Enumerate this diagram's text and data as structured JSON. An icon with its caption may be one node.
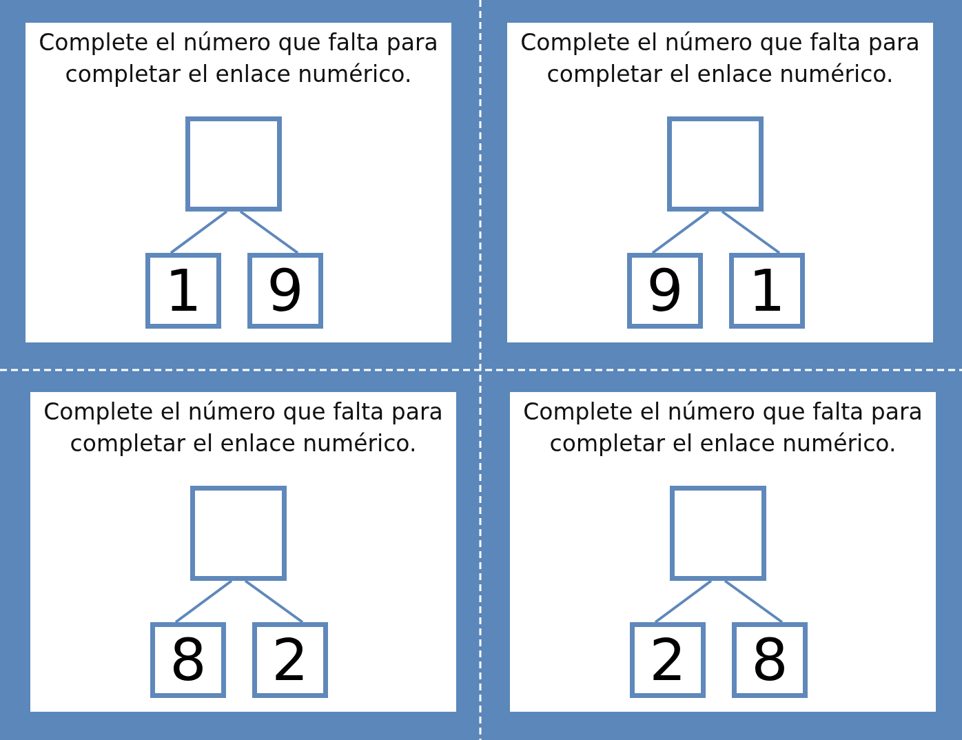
{
  "diagram": {
    "nodes": [
      {
        "text": [
          "Complete el número que falta para completar el enlace numérico."
        ]
      },
      {
        "text": [],
        "shape": "box",
        "in": 0
      },
      {
        "text": [
          "1"
        ],
        "in": 0
      },
      {
        "text": [
          "9"
        ],
        "in": 0
      },
      {
        "text": [
          "Complete el número que falta para completar el enlace numérico."
        ]
      },
      {
        "text": [],
        "shape": "box",
        "in": 4
      },
      {
        "text": [
          "9"
        ],
        "in": 4
      },
      {
        "text": [
          "1"
        ],
        "in": 4
      },
      {
        "text": [
          "Complete el número que falta para completar el enlace numérico."
        ]
      },
      {
        "text": [],
        "shape": "box",
        "in": 8
      },
      {
        "text": [
          "8"
        ],
        "in": 8
      },
      {
        "text": [
          "2"
        ],
        "in": 8
      },
      {
        "text": [
          "Complete el número que falta para completar el enlace numérico."
        ]
      },
      {
        "text": [],
        "shape": "box",
        "in": 12
      },
      {
        "text": [
          "2"
        ],
        "in": 12
      },
      {
        "text": [
          "8"
        ],
        "in": 12
      }
    ],
    "edges": [
      {
        "from": 1,
        "to": 2,
        "arrow": "none"
      },
      {
        "from": 1,
        "to": 3,
        "arrow": "none"
      },
      {
        "from": 5,
        "to": 6,
        "arrow": "none"
      },
      {
        "from": 5,
        "to": 7,
        "arrow": "none"
      },
      {
        "from": 9,
        "to": 10,
        "arrow": "none"
      },
      {
        "from": 9,
        "to": 11,
        "arrow": "none"
      },
      {
        "from": 13,
        "to": 14,
        "arrow": "none"
      },
      {
        "from": 13,
        "to": 15,
        "arrow": "none"
      }
    ]
  }
}
